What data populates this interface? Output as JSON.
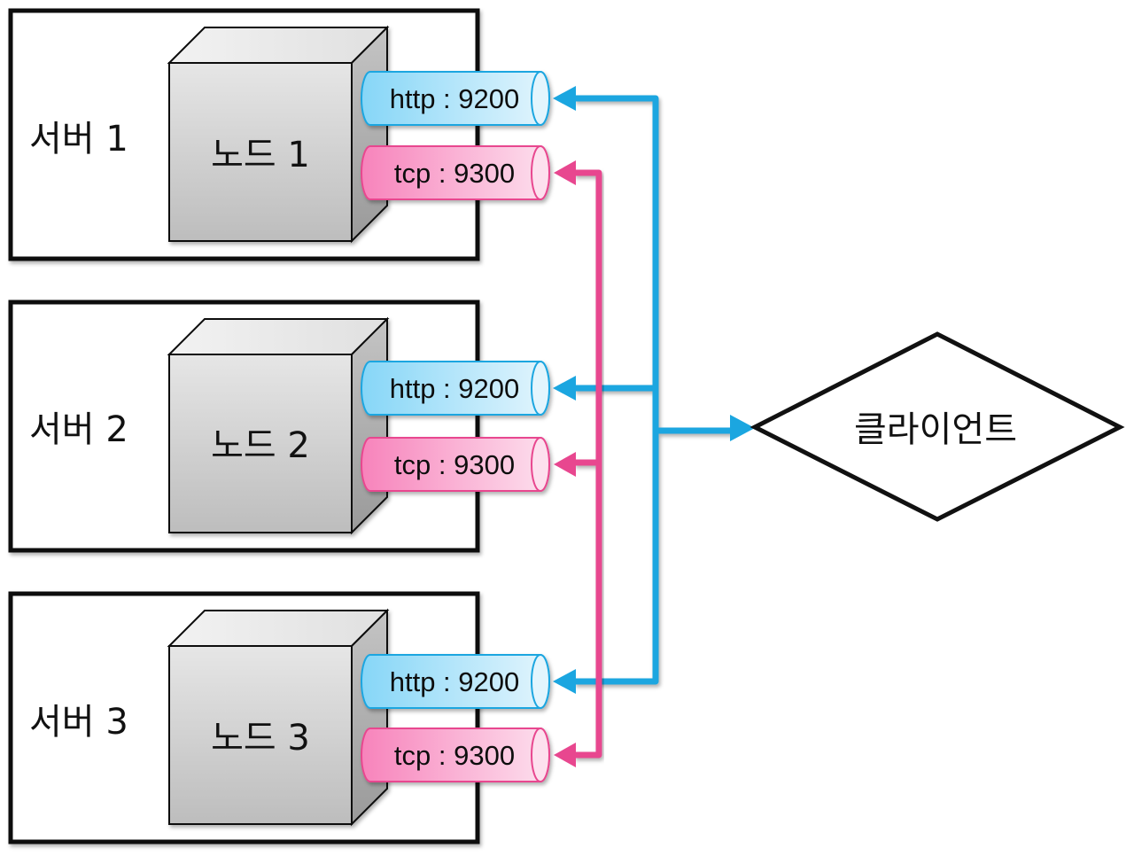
{
  "colors": {
    "http": "#1ba6e0",
    "tcp": "#e8478f",
    "outline": "#111111"
  },
  "servers": [
    {
      "label": "서버 1",
      "node": "노드 1",
      "ports": [
        {
          "kind": "http",
          "label": "http : 9200"
        },
        {
          "kind": "tcp",
          "label": "tcp : 9300"
        }
      ]
    },
    {
      "label": "서버 2",
      "node": "노드 2",
      "ports": [
        {
          "kind": "http",
          "label": "http : 9200"
        },
        {
          "kind": "tcp",
          "label": "tcp : 9300"
        }
      ]
    },
    {
      "label": "서버 3",
      "node": "노드 3",
      "ports": [
        {
          "kind": "http",
          "label": "http : 9200"
        },
        {
          "kind": "tcp",
          "label": "tcp : 9300"
        }
      ]
    }
  ],
  "client": {
    "label": "클라이언트"
  },
  "connections": [
    {
      "from": "client",
      "to": "서버 1 http : 9200",
      "kind": "http"
    },
    {
      "from": "client",
      "to": "서버 2 http : 9200",
      "kind": "http"
    },
    {
      "from": "client",
      "to": "서버 3 http : 9200",
      "kind": "http"
    },
    {
      "from": "tcp bus",
      "to": "서버 1 tcp : 9300",
      "kind": "tcp"
    },
    {
      "from": "tcp bus",
      "to": "서버 2 tcp : 9300",
      "kind": "tcp"
    },
    {
      "from": "tcp bus",
      "to": "서버 3 tcp : 9300",
      "kind": "tcp"
    }
  ]
}
